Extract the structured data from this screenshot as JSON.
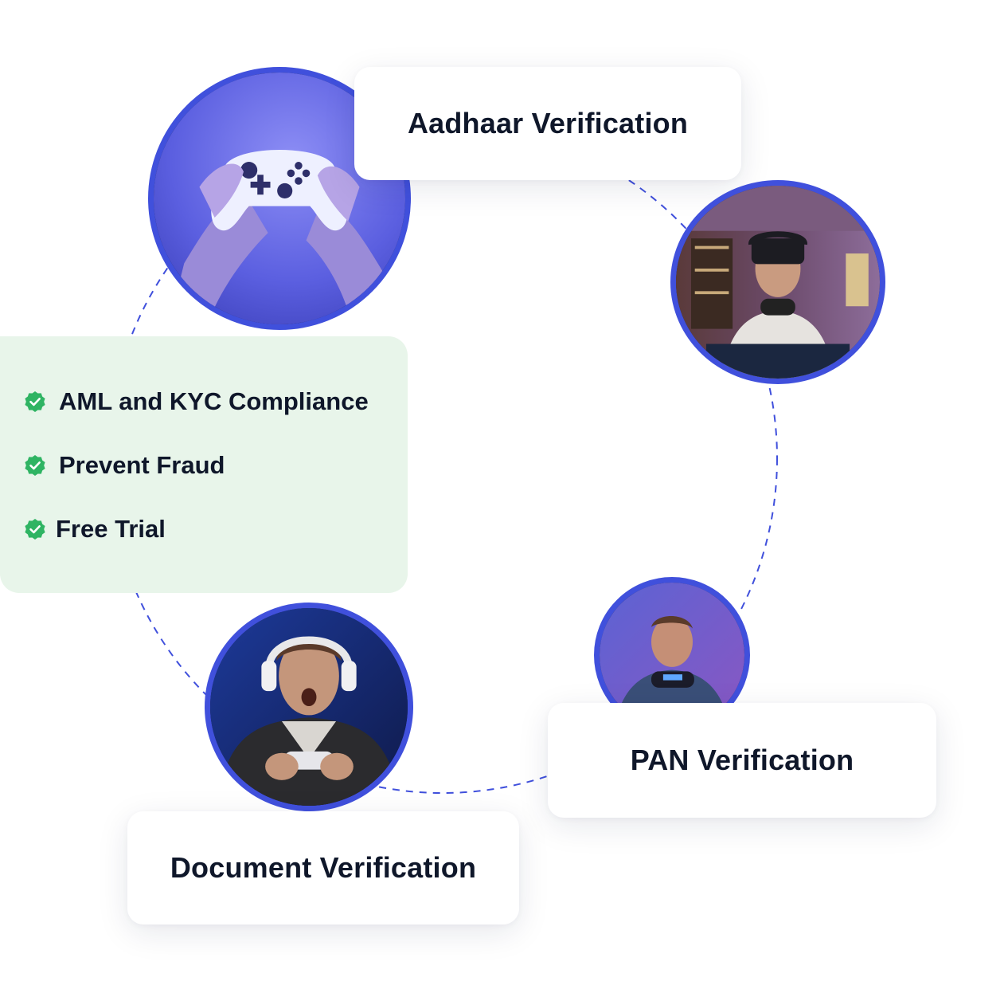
{
  "cards": {
    "aadhaar": "Aadhaar Verification",
    "pan": "PAN Verification",
    "document": "Document Verification"
  },
  "features": [
    {
      "label": "AML and KYC Compliance",
      "icon": "check-badge-icon"
    },
    {
      "label": "Prevent Fraud",
      "icon": "check-badge-icon"
    },
    {
      "label": "Free Trial",
      "icon": "check-badge-icon"
    }
  ],
  "photos": [
    {
      "subject": "hands-holding-controller-photo"
    },
    {
      "subject": "vr-headset-gamer-photo"
    },
    {
      "subject": "focused-gamer-photo"
    },
    {
      "subject": "excited-gamer-headphones-photo"
    }
  ],
  "colors": {
    "accent": "#4050dc",
    "check": "#2fb463",
    "feature_bg": "#e8f5ea",
    "text": "#0f172a"
  }
}
